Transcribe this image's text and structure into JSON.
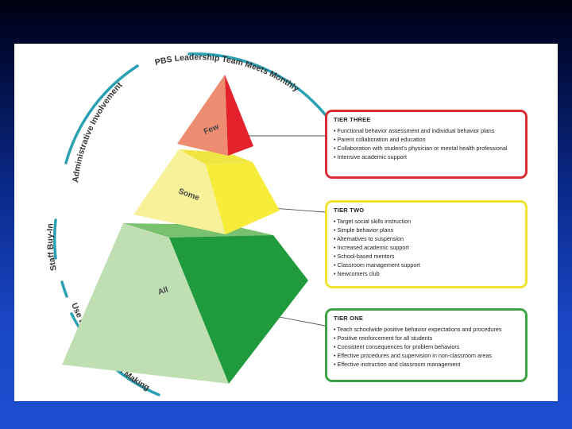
{
  "colors": {
    "cycle_ring": "#2aa0b3",
    "tier_three_light": "#ee8c72",
    "tier_three_dark": "#e3222c",
    "tier_two_light": "#f7f199",
    "tier_two_dark": "#f7ec3a",
    "tier_one_light": "#bfdfb3",
    "tier_one_dark": "#1f9a3c"
  },
  "cycle_labels": {
    "top": "PBS Leadership Team Meets Monthly",
    "upper_left": "Administrative Involvement",
    "left": "Staff Buy-In",
    "bottom": "Use Data for Decision Making"
  },
  "pyramid": {
    "tier_three_label": "Few",
    "tier_two_label": "Some",
    "tier_one_label": "All"
  },
  "tiers": {
    "three": {
      "title": "TIER THREE",
      "items": [
        "Functional behavior assessment and individual behavior plans",
        "Parent collaboration and education",
        "Collaboration with student's physician or mental health professional",
        "Intensive academic support"
      ]
    },
    "two": {
      "title": "TIER TWO",
      "items": [
        "Target social skills instruction",
        "Simple behavior plans",
        "Alternatives to suspension",
        "Increased academic support",
        "School-based mentors",
        "Classroom management support",
        "Newcomers club"
      ]
    },
    "one": {
      "title": "TIER ONE",
      "items": [
        "Teach schoolwide positive behavior expectations and procedures",
        "Positive reinforcement for all students",
        "Consistent consequences for problem behaviors",
        "Effective procedures and supervision in non-classroom areas",
        "Effective instruction and classroom management"
      ]
    }
  }
}
